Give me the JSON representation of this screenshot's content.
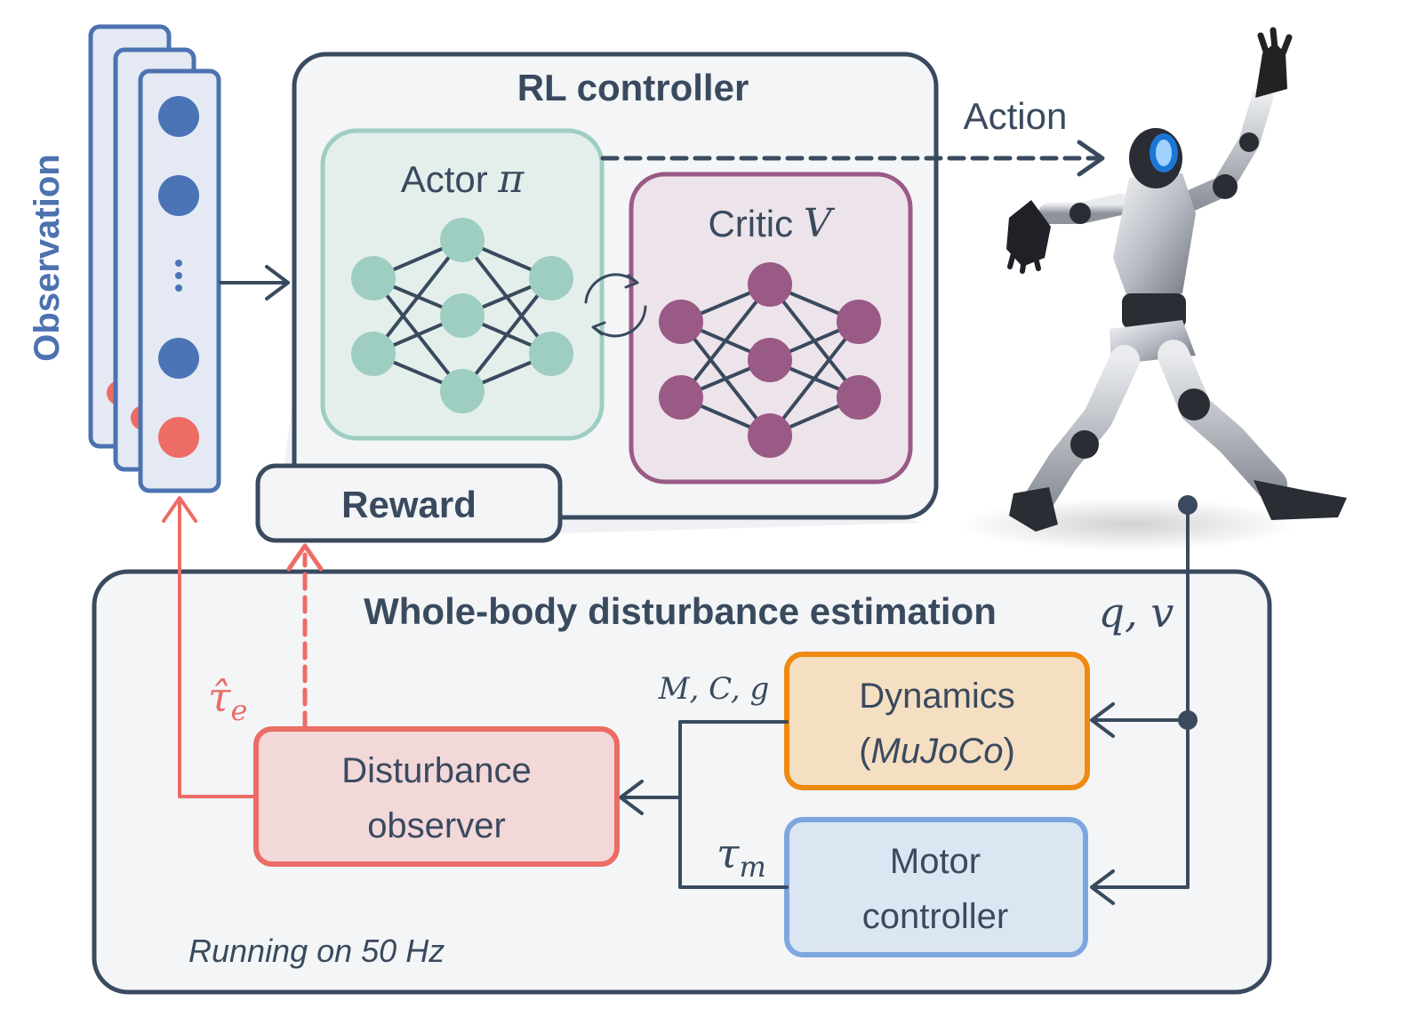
{
  "observation": {
    "label": "Observation",
    "dots": "⋮"
  },
  "rl_controller": {
    "title": "RL controller"
  },
  "actor": {
    "label": "Actor ",
    "symbol": "π"
  },
  "critic": {
    "label": "Critic ",
    "symbol": "V"
  },
  "reward": {
    "label": "Reward"
  },
  "action": {
    "label": "Action"
  },
  "disturbance_estimation": {
    "title": "Whole-body disturbance estimation",
    "footer": "Running on 50 Hz"
  },
  "state_signal": {
    "label": "q, v"
  },
  "dynamics": {
    "line1": "Dynamics",
    "line2_prefix": "(",
    "line2_italic": "MuJoCo",
    "line2_suffix": ")"
  },
  "motor_controller": {
    "line1": "Motor",
    "line2": "controller"
  },
  "disturbance_observer": {
    "line1": "Disturbance",
    "line2": "observer"
  },
  "dynamics_output": {
    "label": "M, C, g"
  },
  "motor_output": {
    "symbol": "τ",
    "subscript": "m"
  },
  "estimate": {
    "symbol": "τ̂",
    "subscript": "e"
  },
  "colors": {
    "dark": "#3a4a5e",
    "observation_blue": "#4c72b0",
    "node_blue": "#4a74b5",
    "node_red": "#ee6c66",
    "actor_teal": "#9ecdc2",
    "actor_fill": "#e4efec",
    "critic_purple": "#9a5a86",
    "critic_fill": "#ece4ea",
    "dynamics_orange": "#ee8a12",
    "dynamics_fill": "#f5dfc2",
    "motor_blue": "#7ea6de",
    "motor_fill": "#dce6f3",
    "observer_red": "#ec6c66",
    "observer_fill": "#f3d8da",
    "panel_fill": "#f3f5f7"
  }
}
